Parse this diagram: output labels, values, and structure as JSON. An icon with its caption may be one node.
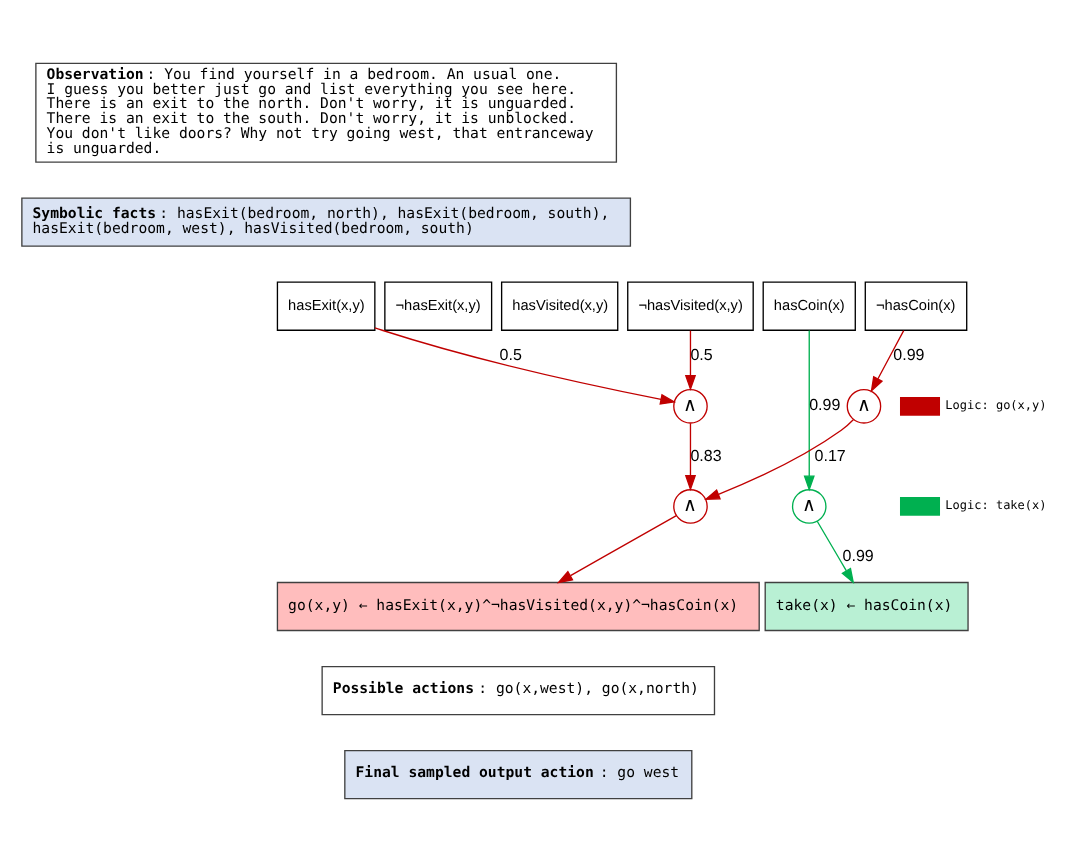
{
  "diagram": {
    "nodes": [
      {
        "text": [
          "**Observation**: You find yourself in a bedroom. An usual one. I guess you better just go and list everything you see here. There is an exit to the north. Don't worry, it is unguarded. There is an exit to the south. Don't worry, it is unblocked. You don't like doors? Why not try going west, that entranceway is unguarded."
        ]
      },
      {
        "text": [
          "**Symbolic facts**: hasExit(bedroom, north), hasExit(bedroom, south), hasExit(bedroom, west), hasVisited(bedroom, south)"
        ]
      },
      {
        "text": [
          "hasExit(x,y)"
        ]
      },
      {
        "text": [
          "¬hasExit(x,y)"
        ]
      },
      {
        "text": [
          "hasVisited(x,y)"
        ]
      },
      {
        "text": [
          "¬hasVisited(x,y)"
        ]
      },
      {
        "text": [
          "hasCoin(x)"
        ]
      },
      {
        "text": [
          "¬hasCoin(x)"
        ]
      },
      {
        "text": [
          "∧"
        ]
      },
      {
        "text": [
          "∧"
        ]
      },
      {
        "text": [
          "∧"
        ]
      },
      {
        "text": [
          "∧"
        ]
      },
      {
        "text": [
          "go(x,y) ← hasExit(x,y)^¬hasVisited(x,y)^¬hasCoin(x)"
        ]
      },
      {
        "text": [
          "take(x) ← hasCoin(x)"
        ]
      },
      {
        "text": [
          "**Possible actions**: go(x,west), go(x,north)"
        ]
      },
      {
        "text": [
          "**Final sampled output action**: go west"
        ]
      }
    ],
    "edges": [
      {
        "from": 2,
        "to": 8,
        "arrow": "to",
        "label": "0.5"
      },
      {
        "from": 5,
        "to": 8,
        "arrow": "to",
        "label": "0.5"
      },
      {
        "from": 7,
        "to": 9,
        "arrow": "to",
        "label": "0.99"
      },
      {
        "from": 6,
        "to": 11,
        "arrow": "to",
        "label": "0.99",
        "color": "#00b050"
      },
      {
        "from": 8,
        "to": 10,
        "arrow": "to",
        "label": "0.83"
      },
      {
        "from": 9,
        "to": 10,
        "arrow": "to",
        "label": "0.17"
      },
      {
        "from": 10,
        "to": 12,
        "arrow": "to"
      },
      {
        "from": 11,
        "to": 13,
        "arrow": "to",
        "label": "0.99",
        "color": "#00b050"
      }
    ],
    "legend": [
      {
        "text": "Logic: go(x,y)"
      },
      {
        "text": "Logic: take(x)"
      }
    ]
  }
}
